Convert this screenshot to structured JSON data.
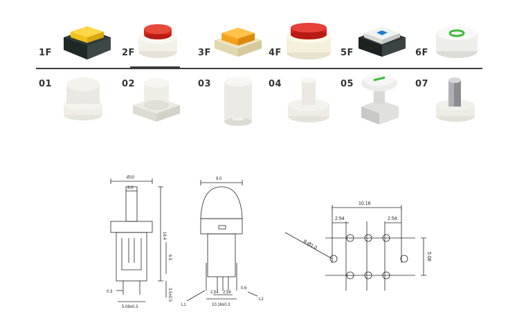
{
  "top_row": [
    {
      "label": "1F"
    },
    {
      "label": "2F"
    },
    {
      "label": "3F"
    },
    {
      "label": "4F"
    },
    {
      "label": "5F"
    },
    {
      "label": "6F"
    }
  ],
  "bottom_row": [
    {
      "label": "01"
    },
    {
      "label": "02"
    },
    {
      "label": "03"
    },
    {
      "label": "04"
    },
    {
      "label": "05"
    },
    {
      "label": "07"
    }
  ],
  "drawings": {
    "side_view": {
      "dia": "Ø10",
      "width_small": "3.0",
      "height_total": "18.4",
      "height_mid": "6.5",
      "pin_w": "0.3",
      "pin_spacing": "5.08±0.3",
      "pin_len": "3.5±0.5"
    },
    "front_view": {
      "width": "9.0",
      "spacing_a": "2.54",
      "spacing_b": "2.54",
      "pin_w": "0.6",
      "total": "10.16±0.3",
      "label_l1": "L1",
      "label_l2": "L2"
    },
    "footprint": {
      "total": "10.16",
      "pitch_left": "2.54",
      "pitch_right": "2.54",
      "hole": "8-Ø1.0",
      "vertical": "5.08"
    }
  },
  "colors": {
    "yellow_cap": "#f2c21b",
    "red_cap": "#d8261d",
    "orange_cap": "#f4a21c",
    "blue_square": "#1d7fd0",
    "green_ring": "#3cbd3a",
    "dark_base": "#2f3a38"
  }
}
